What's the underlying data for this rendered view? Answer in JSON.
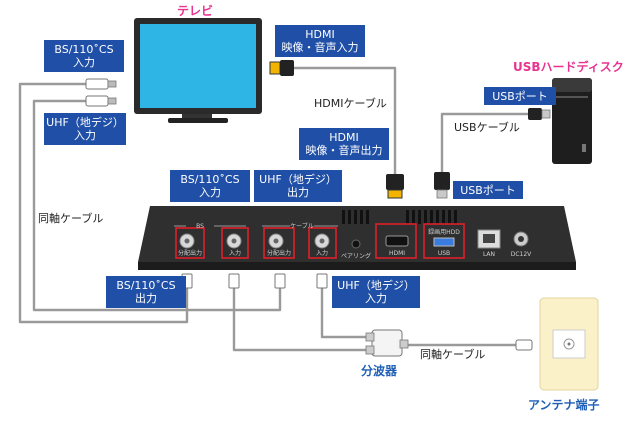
{
  "devices": {
    "tv": "テレビ",
    "usb_hdd": "USBハードディスク",
    "splitter": "分波器",
    "antenna_outlet": "アンテナ端子"
  },
  "labels": {
    "tv_bs_in": [
      "BS/110˚CS",
      "入力"
    ],
    "tv_uhf_in": [
      "UHF（地デジ）",
      "入力"
    ],
    "tv_hdmi_in": [
      "HDMI",
      "映像・音声入力"
    ],
    "hdd_usb_port": "USBポート",
    "box_hdmi_out": [
      "HDMI",
      "映像・音声出力"
    ],
    "box_usb_port": "USBポート",
    "box_bs_in": [
      "BS/110˚CS",
      "入力"
    ],
    "box_uhf_out": [
      "UHF（地デジ）",
      "出力"
    ],
    "box_bs_out": [
      "BS/110˚CS",
      "出力"
    ],
    "box_uhf_in": [
      "UHF（地デジ）",
      "入力"
    ]
  },
  "cables": {
    "hdmi_cable": "HDMIケーブル",
    "usb_cable": "USBケーブル",
    "coax_cable_left": "同軸ケーブル",
    "coax_cable_bottom": "同軸ケーブル"
  },
  "panel": {
    "group_bs": "BS",
    "group_cable": "ケーブル",
    "port_split_out_1": "分配出力",
    "port_in_1": "入力",
    "port_split_out_2": "分配出力",
    "port_in_2": "入力",
    "pairing": "ペアリング",
    "hdmi": "HDMI",
    "usb_caption": "録画用HDD",
    "usb": "USB",
    "lan": "LAN",
    "dc": "DC12V"
  },
  "colors": {
    "label_bg": "#1f4fa6",
    "tv_title": "#e8338f",
    "device_title": "#1f5fb5",
    "highlight": "#e0202a",
    "cable": "#9a9a9a"
  }
}
